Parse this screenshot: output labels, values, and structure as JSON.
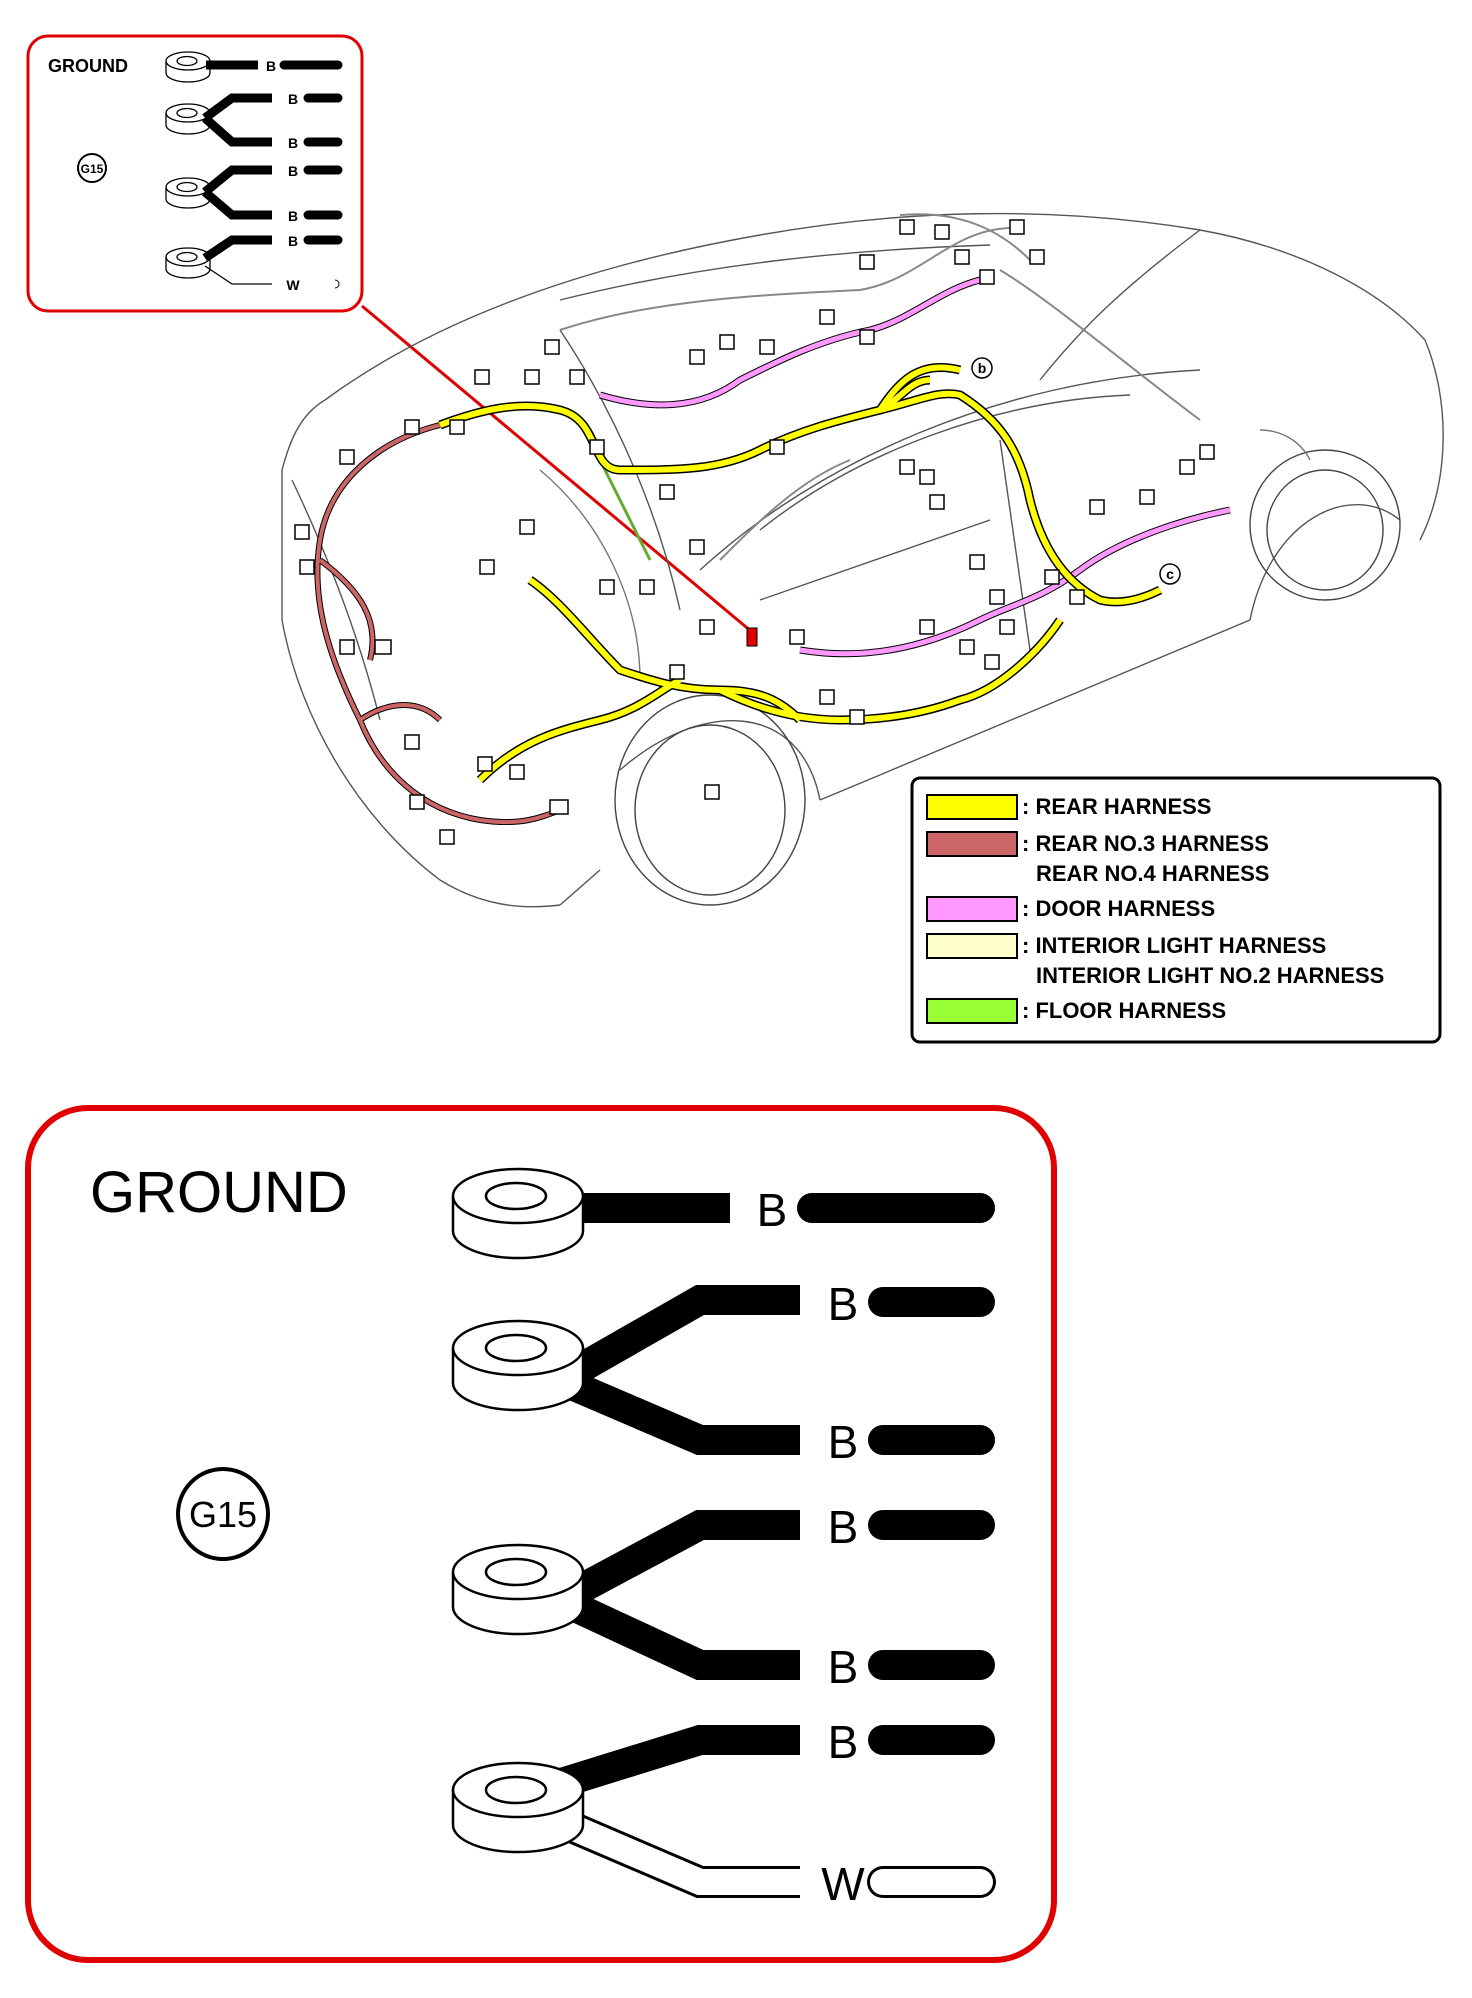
{
  "ground_symbol": {
    "title": "GROUND",
    "code": "G15",
    "terminals": [
      {
        "wires": [
          "B"
        ]
      },
      {
        "wires": [
          "B",
          "B"
        ]
      },
      {
        "wires": [
          "B",
          "B"
        ]
      },
      {
        "wires": [
          "B",
          "W"
        ]
      }
    ]
  },
  "car_diagram": {
    "markers": [
      "b",
      "c"
    ]
  },
  "legend": {
    "items": [
      {
        "lines": [
          ": REAR HARNESS"
        ],
        "color": "#ffff00"
      },
      {
        "lines": [
          ": REAR NO.3 HARNESS",
          "REAR NO.4 HARNESS"
        ],
        "color": "#cc6666"
      },
      {
        "lines": [
          ": DOOR HARNESS"
        ],
        "color": "#ff99ff"
      },
      {
        "lines": [
          ": INTERIOR LIGHT HARNESS",
          "INTERIOR LIGHT NO.2 HARNESS"
        ],
        "color": "#ffffcc"
      },
      {
        "lines": [
          ": FLOOR HARNESS"
        ],
        "color": "#99ff33"
      }
    ]
  },
  "colors": {
    "callout_border": "#e00000",
    "wire_black": "#000000",
    "wire_white": "#ffffff"
  }
}
